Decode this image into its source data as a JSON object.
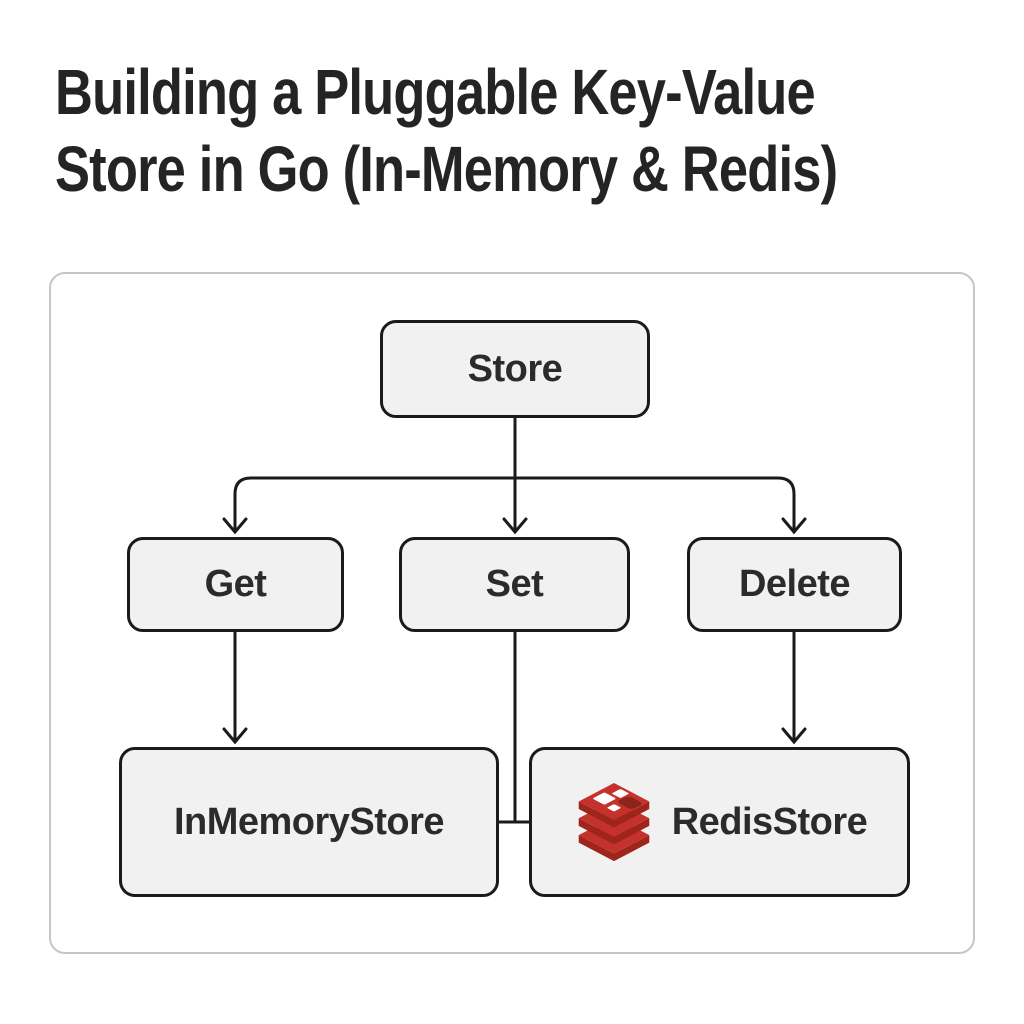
{
  "page": {
    "background": "#ffffff"
  },
  "title": {
    "line1": "Building a Pluggable Key-Value",
    "line2": "Store in Go (In-Memory & Redis)",
    "color": "#242424"
  },
  "diagram": {
    "container": {
      "border_color": "#c6c6c6",
      "fill": "#ffffff"
    },
    "style": {
      "node_fill": "#f1f1f1",
      "node_border": "#1a1a1a",
      "line_color": "#1a1a1a",
      "label_color": "#2b2b2b"
    },
    "nodes": {
      "store": {
        "label": "Store"
      },
      "get": {
        "label": "Get"
      },
      "set": {
        "label": "Set"
      },
      "delete": {
        "label": "Delete"
      },
      "inmemory": {
        "label": "InMemoryStore"
      },
      "redis": {
        "label": "RedisStore",
        "icon": "redis-logo-icon"
      }
    },
    "edges": [
      {
        "from": "store",
        "to": "get",
        "arrow": true
      },
      {
        "from": "store",
        "to": "set",
        "arrow": true
      },
      {
        "from": "store",
        "to": "delete",
        "arrow": true
      },
      {
        "from": "get",
        "to": "inmemory",
        "arrow": true
      },
      {
        "from": "delete",
        "to": "redis",
        "arrow": true
      },
      {
        "from": "set",
        "to": "inmemory",
        "arrow": false
      },
      {
        "from": "set",
        "to": "redis",
        "arrow": false
      }
    ],
    "redis_logo_colors": {
      "top_face": "#c5312b",
      "side_face": "#9f241c",
      "inset": "#8c241b",
      "squares": "#ffffff"
    }
  }
}
